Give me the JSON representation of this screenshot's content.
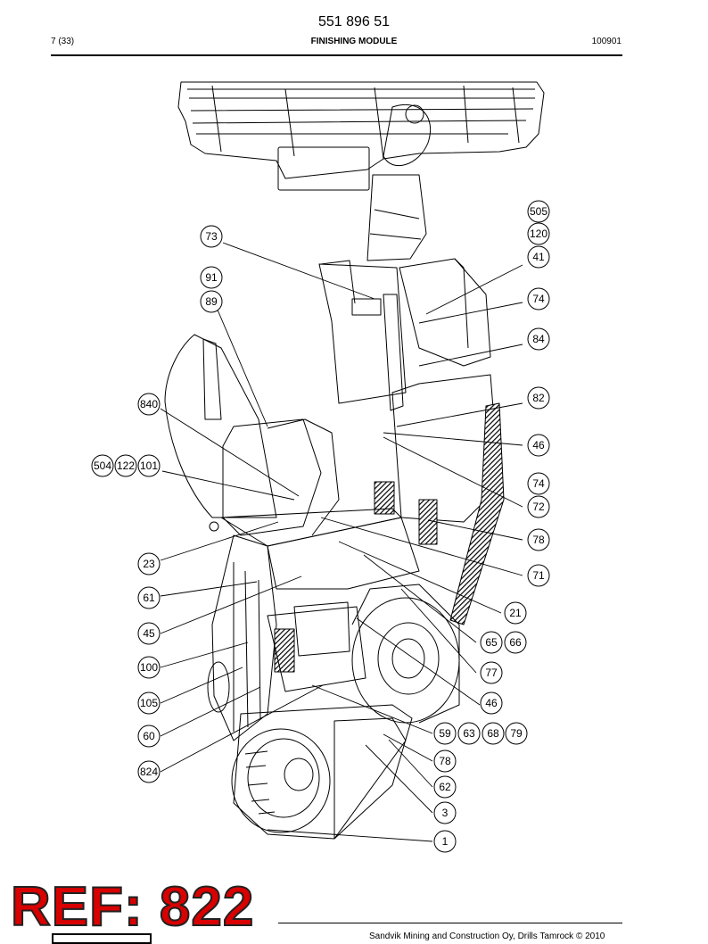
{
  "header": {
    "doc_number": "551 896 51",
    "page_index": "7 (33)",
    "section_title": "FINISHING MODULE",
    "date_code": "100901"
  },
  "callouts": [
    "505",
    "120",
    "41",
    "73",
    "91",
    "89",
    "74",
    "84",
    "82",
    "840",
    "46",
    "504",
    "122",
    "101",
    "74",
    "72",
    "78",
    "23",
    "71",
    "61",
    "21",
    "45",
    "65",
    "66",
    "100",
    "77",
    "105",
    "46",
    "59",
    "63",
    "68",
    "79",
    "60",
    "78",
    "824",
    "62",
    "3",
    "1"
  ],
  "footer": {
    "text": "Sandvik Mining and Construction Oy, Drills Tamrock © 2010"
  },
  "stamp": {
    "text": "REF: 822",
    "color": "#d90000"
  }
}
